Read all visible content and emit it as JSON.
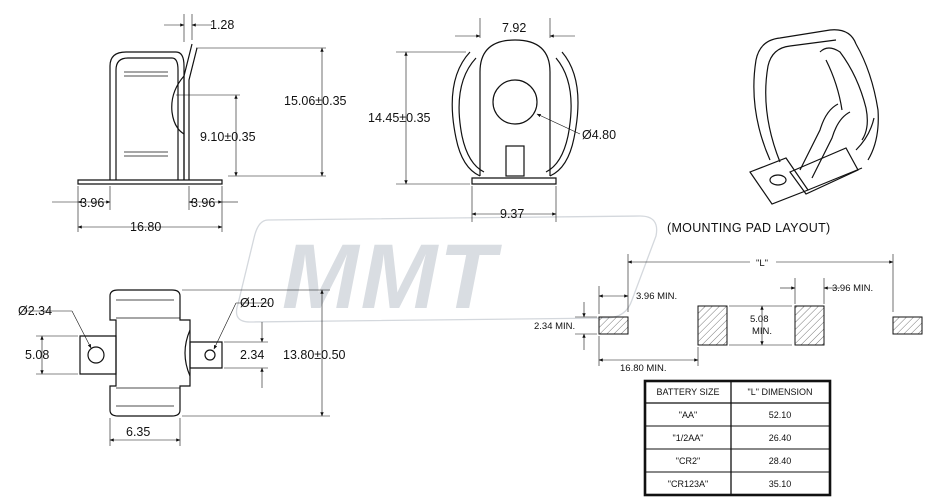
{
  "watermark": {
    "text": "MMT"
  },
  "side_view": {
    "gap": "1.28",
    "height": "15.06±0.35",
    "contact_height": "9.10±0.35",
    "left_pad": "3.96",
    "right_pad": "3.96",
    "length": "16.80"
  },
  "end_view": {
    "width": "7.92",
    "height": "14.45±0.35",
    "hole": "Ø4.80",
    "base": "9.37"
  },
  "bottom_view": {
    "left_hole": "Ø2.34",
    "left_height": "5.08",
    "right_hole": "Ø1.20",
    "tab_height": "2.34",
    "overall": "13.80±0.50",
    "width": "6.35"
  },
  "pad_layout": {
    "title": "(MOUNTING PAD LAYOUT)",
    "l_label": "\"L\"",
    "min_left": "3.96 MIN.",
    "min_right": "3.96 MIN.",
    "pad_height": "2.34 MIN.",
    "center_value": "5.08",
    "center_min": "MIN.",
    "span": "16.80 MIN."
  },
  "table": {
    "headers": [
      "BATTERY SIZE",
      "\"L\" DIMENSION"
    ],
    "rows": [
      {
        "size": "\"AA\"",
        "dim": "52.10"
      },
      {
        "size": "\"1/2AA\"",
        "dim": "26.40"
      },
      {
        "size": "\"CR2\"",
        "dim": "28.40"
      },
      {
        "size": "\"CR123A\"",
        "dim": "35.10"
      }
    ]
  }
}
